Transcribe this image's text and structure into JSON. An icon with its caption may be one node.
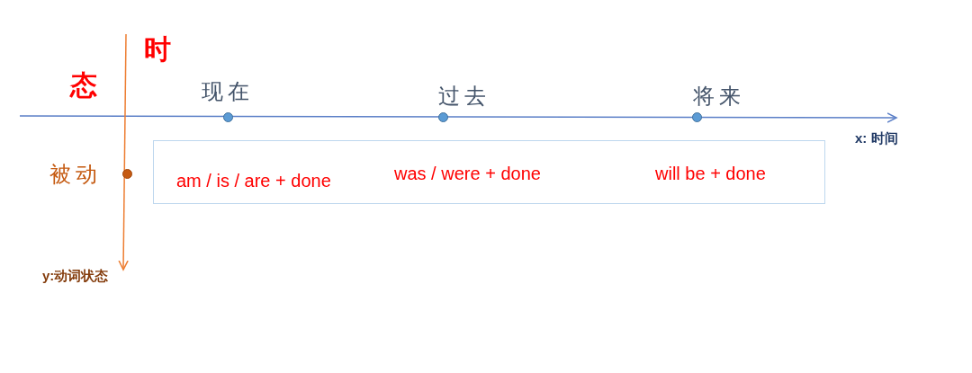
{
  "diagram": {
    "nodes": [
      {
        "text": [
          "am / is / are + done",
          "was / were + done",
          "will be + done"
        ]
      }
    ],
    "labels": [
      "时",
      "态",
      "现在",
      "过去",
      "将来",
      "x: 时间",
      "被动",
      "y:动词状态"
    ]
  }
}
